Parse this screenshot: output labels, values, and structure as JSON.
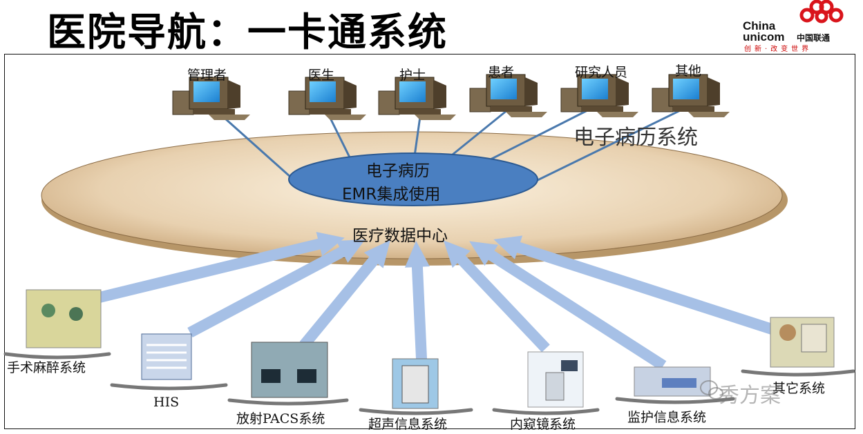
{
  "header": {
    "title": "医院导航：一卡通系统",
    "logo_china": "China",
    "logo_unicom": "unicom",
    "logo_cn": "中国联通",
    "logo_slogan": "创新·改变世界"
  },
  "top_users": [
    {
      "label": "管理者"
    },
    {
      "label": "医生"
    },
    {
      "label": "护士"
    },
    {
      "label": "患者"
    },
    {
      "label": "研究人员"
    },
    {
      "label": "其他"
    }
  ],
  "center": {
    "system_label": "电子病历系统",
    "emr_line1": "电子病历",
    "emr_line2": "EMR集成使用",
    "data_center": "医疗数据中心"
  },
  "bottom_systems": [
    {
      "label": "手术麻醉系统"
    },
    {
      "label": "HIS"
    },
    {
      "label": "放射PACS系统"
    },
    {
      "label": "超声信息系统"
    },
    {
      "label": "内窥镜系统"
    },
    {
      "label": "监护信息系统"
    },
    {
      "label": "其它系统"
    }
  ],
  "watermark": "秀方案",
  "colors": {
    "disc_fill": "#e8d1b0",
    "emr_fill": "#4a7fc1",
    "arrow": "#a6c0e6",
    "line": "#4a79ad",
    "logo_red": "#d9141b"
  }
}
